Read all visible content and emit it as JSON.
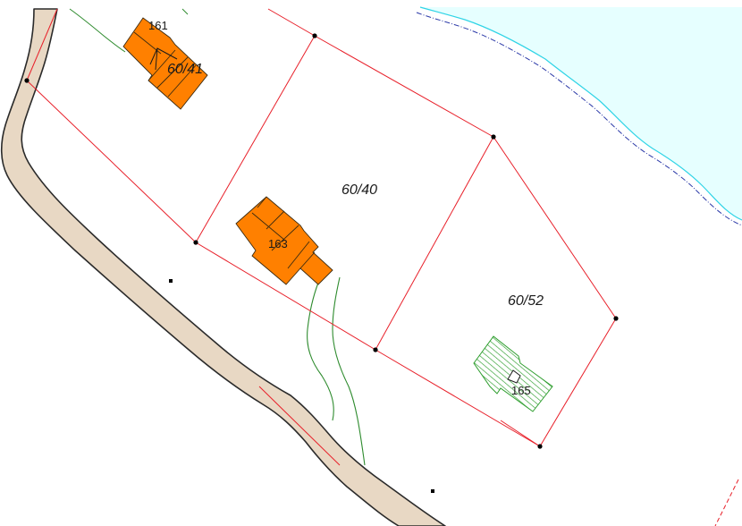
{
  "map": {
    "parcels": [
      {
        "id": "60/40",
        "label": "60/40"
      },
      {
        "id": "60/41",
        "label": "60/41"
      },
      {
        "id": "60/52",
        "label": "60/52"
      }
    ],
    "buildings": [
      {
        "number": "161",
        "status": "existing"
      },
      {
        "number": "163",
        "status": "existing"
      },
      {
        "number": "165",
        "status": "planned"
      }
    ],
    "colors": {
      "background": "#ffffff",
      "water": "#e6ffff",
      "shoreline_cyan": "#2fd4e6",
      "shoreline_blue": "#2c3aa8",
      "road_fill": "#e8d8c4",
      "road_edge": "#2a2a2a",
      "parcel_boundary": "#e8202a",
      "building_existing": "#ff8000",
      "building_outline": "#3a2a10",
      "building_planned": "#2e9e2e",
      "path": "#2e8b2e",
      "boundary_point": "#000000"
    }
  }
}
